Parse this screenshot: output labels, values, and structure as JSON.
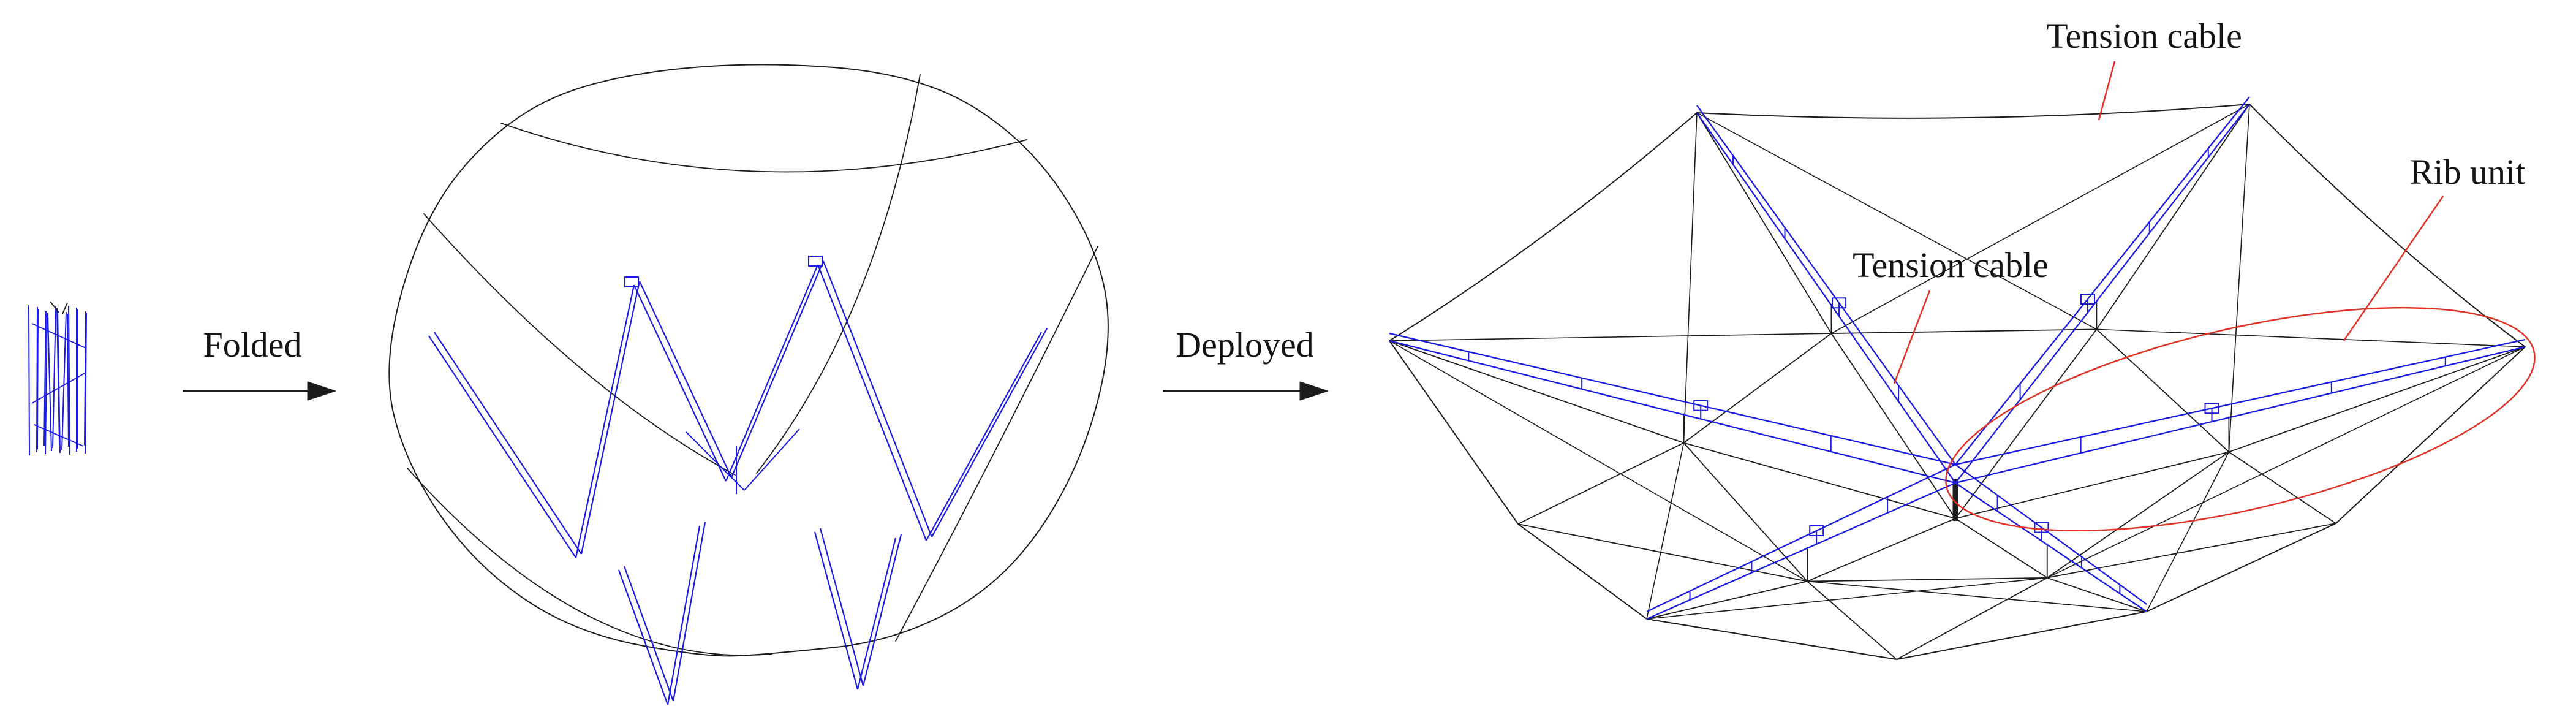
{
  "diagram": {
    "background": "#ffffff",
    "colors": {
      "cable": "#1c1c1c",
      "rib": "#1a1ae0",
      "annotation": "#e03226"
    },
    "arrows": [
      {
        "label": "Folded"
      },
      {
        "label": "Deployed"
      }
    ],
    "annotations": [
      {
        "label": "Tension cable"
      },
      {
        "label": "Tension cable"
      },
      {
        "label": "Rib unit"
      }
    ]
  }
}
